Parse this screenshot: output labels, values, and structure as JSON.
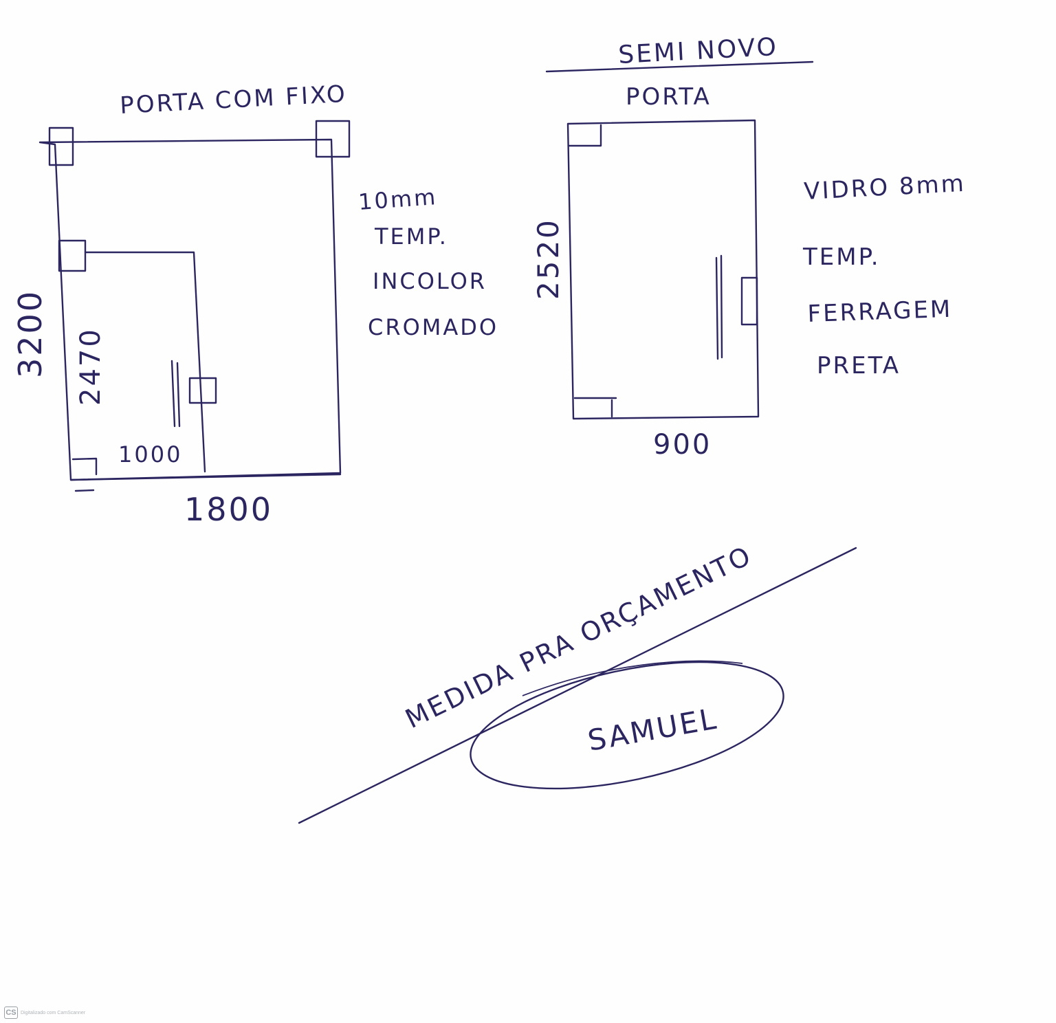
{
  "left_drawing": {
    "title": "PORTA COM FIXO",
    "height_total": "3200",
    "height_door": "2470",
    "width_door": "1000",
    "width_total": "1800",
    "specs": [
      "10mm",
      "TEMP.",
      "INCOLOR",
      "CROMADO"
    ]
  },
  "right_drawing": {
    "header": "SEMI NOVO",
    "title": "PORTA",
    "height": "2520",
    "width": "900",
    "specs": [
      "VIDRO 8mm",
      "TEMP.",
      "FERRAGEM",
      "PRETA"
    ]
  },
  "note": "MEDIDA PRA ORÇAMENTO",
  "signature": "SAMUEL",
  "watermark": {
    "logo": "CS",
    "text": "Digitalizado com CamScanner"
  },
  "colors": {
    "ink": "#2b2560",
    "paper": "#fefefe"
  }
}
